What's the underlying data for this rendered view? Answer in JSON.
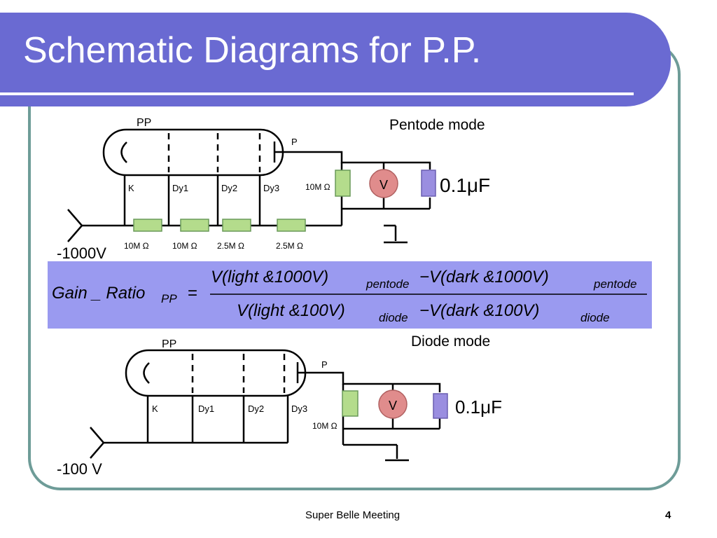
{
  "slide": {
    "title": "Schematic Diagrams for P.P.",
    "footer": "Super Belle Meeting",
    "page_number": "4"
  },
  "colors": {
    "title_bar": "#6a6ad2",
    "frame": "#6e9c98",
    "formula_box": "#9a9af0",
    "resistor": "#b4dc8c",
    "voltmeter": "#e08c8c",
    "capacitor": "#9a8ee0"
  },
  "pentode": {
    "mode_label": "Pentode mode",
    "tube_label": "PP",
    "plate_label": "P",
    "electrodes": [
      "K",
      "Dy1",
      "Dy2",
      "Dy3"
    ],
    "divider_resistors": [
      "10M Ω",
      "10M Ω",
      "2.5M Ω",
      "2.5M Ω"
    ],
    "load_resistor": "10M Ω",
    "meter": "V",
    "capacitor": "0.1μF",
    "supply": "-1000V"
  },
  "formula": {
    "lhs": "Gain _ Ratio",
    "lhs_sub": "PP",
    "eq": "=",
    "num_a": "V(light &1000V)",
    "num_a_sub": "pentode",
    "num_b": "−V(dark &1000V)",
    "num_b_sub": "pentode",
    "den_a": "V(light &100V)",
    "den_a_sub": "diode",
    "den_b": "−V(dark &100V)",
    "den_b_sub": "diode"
  },
  "diode": {
    "mode_label": "Diode mode",
    "tube_label": "PP",
    "plate_label": "P",
    "electrodes": [
      "K",
      "Dy1",
      "Dy2",
      "Dy3"
    ],
    "load_resistor": "10M Ω",
    "meter": "V",
    "capacitor": "0.1μF",
    "supply": "-100 V"
  }
}
